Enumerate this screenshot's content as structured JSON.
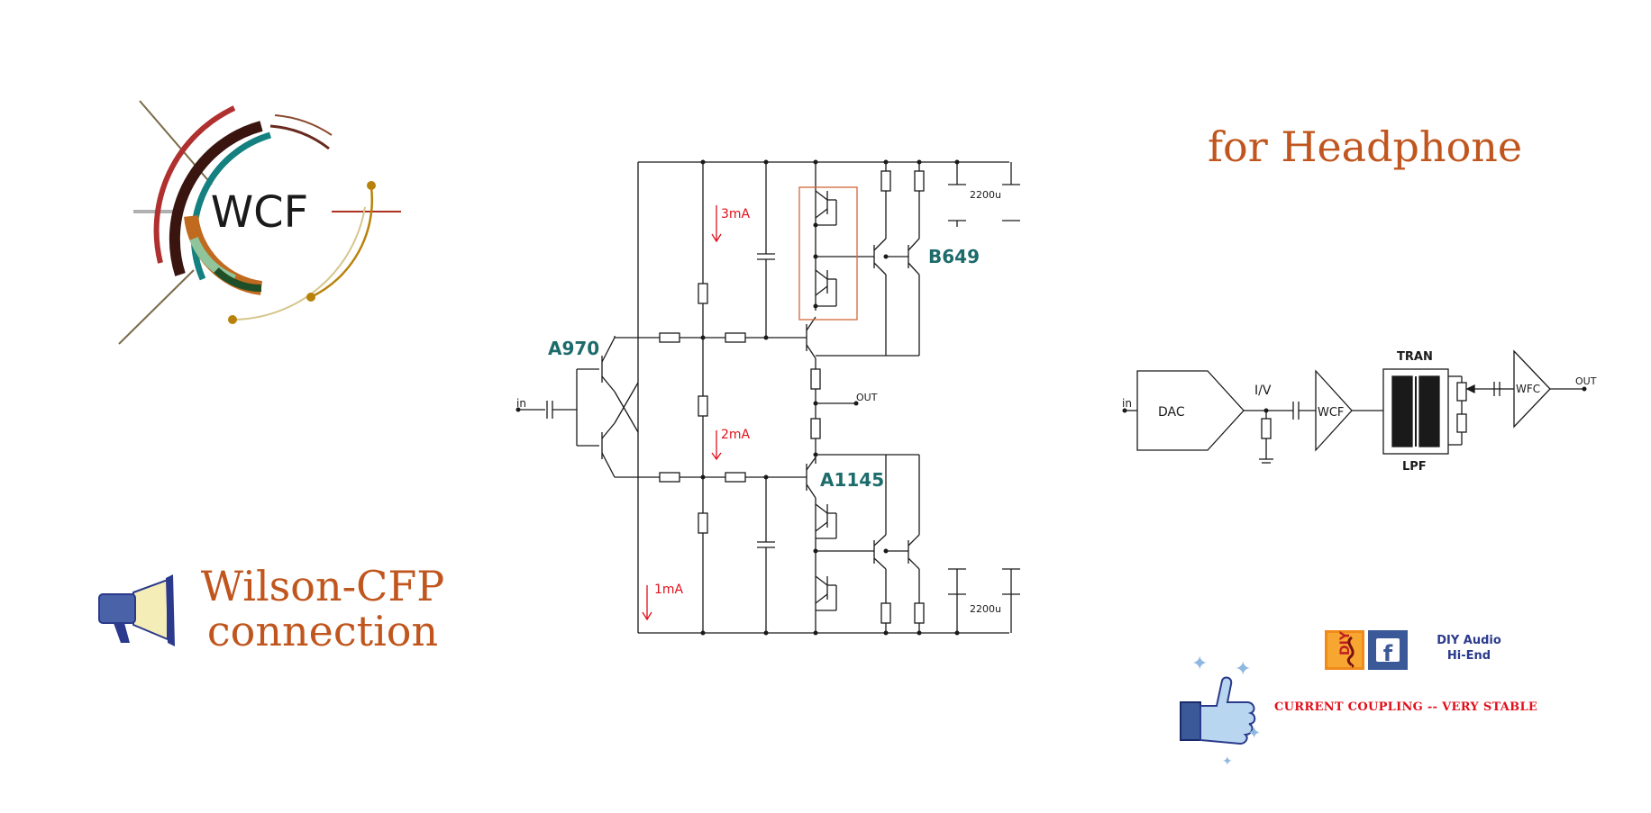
{
  "logo": {
    "text": "WCF"
  },
  "titles": {
    "wilson_line1": "Wilson-CFP",
    "wilson_line2": "connection",
    "headphone": "for Headphone"
  },
  "schematic": {
    "input_label": "in",
    "output_label": "OUT",
    "current_top": "3mA",
    "current_mid": "2mA",
    "current_bottom": "1mA",
    "transistor_a970": "A970",
    "transistor_b649": "B649",
    "transistor_a1145": "A1145",
    "cap_top": "2200u",
    "cap_bottom": "2200u"
  },
  "block_diagram": {
    "input_label": "in",
    "dac": "DAC",
    "iv": "I/V",
    "wcf": "WCF",
    "tran": "TRAN",
    "lpf": "LPF",
    "wfc": "WFC",
    "output_label": "OUT"
  },
  "brand": {
    "diy_badge": "DIY",
    "facebook_badge": "f",
    "line1": "DIY Audio",
    "line2": "Hi-End"
  },
  "note": "CURRENT COUPLING -- VERY STABLE",
  "colors": {
    "title_orange": "#c0561e",
    "teal_label": "#1d6b6b",
    "current_red": "#e0101b",
    "highlight_box": "#d2683a",
    "brand_blue": "#2b3a8c",
    "facebook_blue": "#3b5998"
  }
}
